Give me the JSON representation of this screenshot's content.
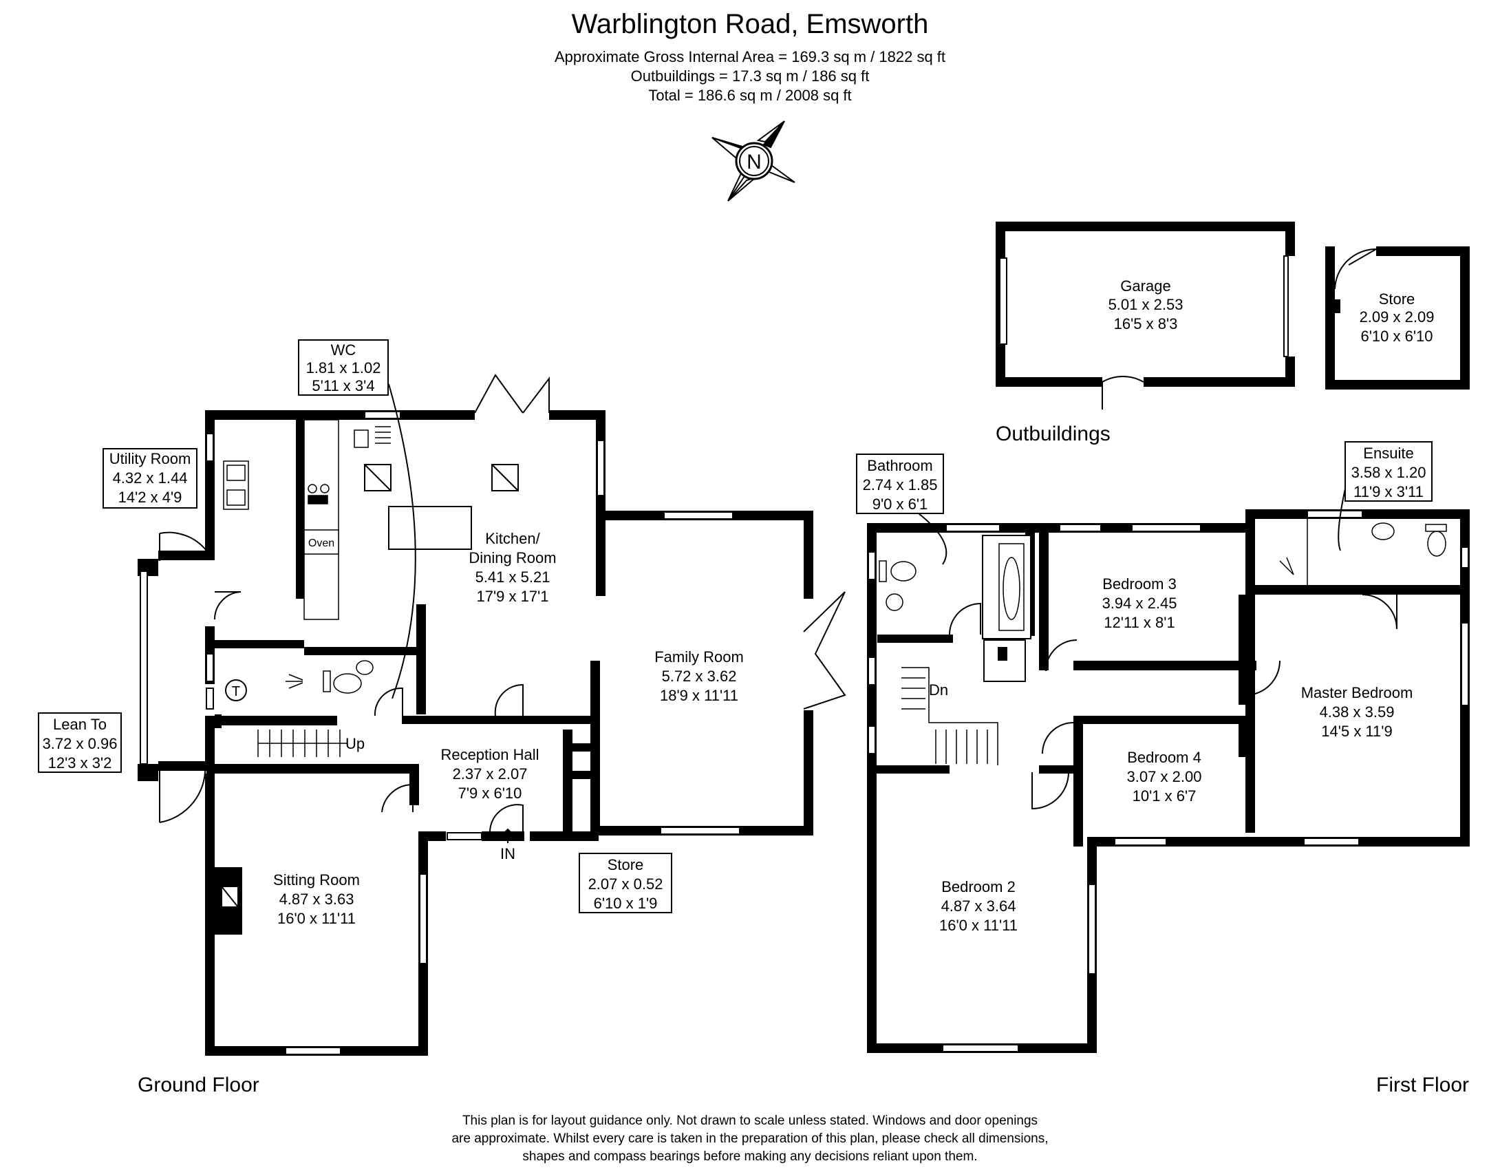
{
  "header": {
    "title": "Warblington Road, Emsworth",
    "area_lines": [
      "Approximate Gross Internal Area = 169.3 sq m / 1822 sq ft",
      "Outbuildings = 17.3 sq m / 186 sq ft",
      "Total = 186.6 sq m / 2008 sq ft"
    ]
  },
  "compass": {
    "letter": "N",
    "icon": "compass-icon"
  },
  "rooms": {
    "garage": {
      "name": "Garage",
      "metric": "5.01 x 2.53",
      "imperial": "16'5 x 8'3"
    },
    "store_out": {
      "name": "Store",
      "metric": "2.09 x 2.09",
      "imperial": "6'10 x 6'10"
    },
    "wc": {
      "name": "WC",
      "metric": "1.81 x 1.02",
      "imperial": "5'11 x 3'4"
    },
    "utility": {
      "name": "Utility Room",
      "metric": "4.32 x 1.44",
      "imperial": "14'2 x 4'9"
    },
    "kitchen": {
      "name1": "Kitchen/",
      "name2": "Dining Room",
      "metric": "5.41 x 5.21",
      "imperial": "17'9 x 17'1"
    },
    "family": {
      "name": "Family Room",
      "metric": "5.72 x 3.62",
      "imperial": "18'9 x 11'11"
    },
    "lean_to": {
      "name": "Lean To",
      "metric": "3.72 x 0.96",
      "imperial": "12'3 x 3'2"
    },
    "reception": {
      "name": "Reception Hall",
      "metric": "2.37 x 2.07",
      "imperial": "7'9 x 6'10"
    },
    "store_ground": {
      "name": "Store",
      "metric": "2.07 x 0.52",
      "imperial": "6'10 x 1'9"
    },
    "sitting": {
      "name": "Sitting Room",
      "metric": "4.87 x 3.63",
      "imperial": "16'0 x 11'11"
    },
    "bathroom": {
      "name": "Bathroom",
      "metric": "2.74 x 1.85",
      "imperial": "9'0 x 6'1"
    },
    "ensuite": {
      "name": "Ensuite",
      "metric": "3.58 x 1.20",
      "imperial": "11'9 x 3'11"
    },
    "bedroom3": {
      "name": "Bedroom 3",
      "metric": "3.94 x 2.45",
      "imperial": "12'11 x 8'1"
    },
    "master": {
      "name": "Master Bedroom",
      "metric": "4.38 x 3.59",
      "imperial": "14'5 x 11'9"
    },
    "bedroom4": {
      "name": "Bedroom 4",
      "metric": "3.07 x 2.00",
      "imperial": "10'1 x 6'7"
    },
    "bedroom2": {
      "name": "Bedroom 2",
      "metric": "4.87 x 3.64",
      "imperial": "16'0 x 11'11"
    }
  },
  "fixtures": {
    "oven": "Oven",
    "tank": "T",
    "stairs_up": "Up",
    "stairs_down": "Dn",
    "entrance": "IN"
  },
  "section_labels": {
    "outbuildings": "Outbuildings",
    "ground": "Ground Floor",
    "first": "First Floor"
  },
  "disclaimer": [
    "This plan is for layout guidance only. Not drawn to scale unless stated. Windows and door openings",
    "are approximate. Whilst every care is taken in the preparation of this plan, please check all dimensions,",
    "shapes and compass bearings before making any decisions reliant upon them."
  ]
}
